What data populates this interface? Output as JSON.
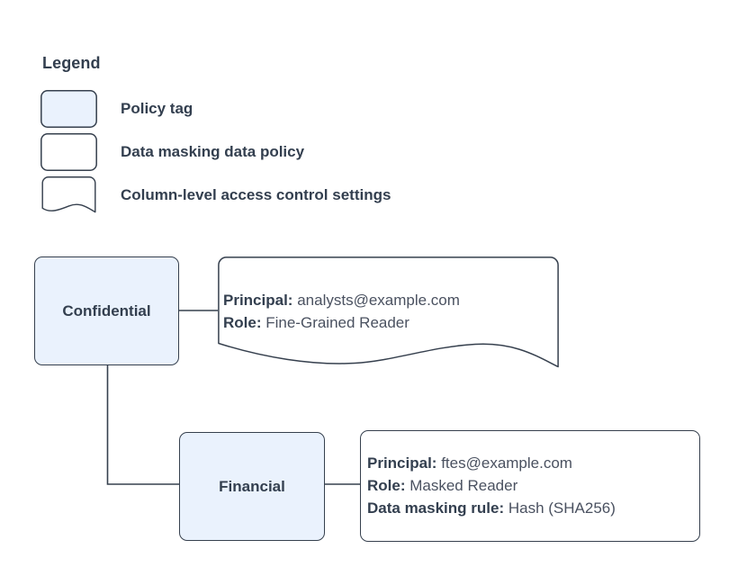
{
  "legend": {
    "title": "Legend",
    "items": [
      {
        "label": "Policy tag",
        "swatch": "rounded-rect-filled",
        "fill": "#eaf2fd"
      },
      {
        "label": "Data masking data policy",
        "swatch": "rounded-rect-outline",
        "fill": "#ffffff"
      },
      {
        "label": "Column-level access control settings",
        "swatch": "document-wavy",
        "fill": "#ffffff"
      }
    ]
  },
  "diagram": {
    "nodes": [
      {
        "id": "confidential",
        "label": "Confidential",
        "type": "policy-tag"
      },
      {
        "id": "financial",
        "label": "Financial",
        "type": "policy-tag"
      }
    ],
    "callouts": [
      {
        "id": "confidential-access",
        "type": "column-level-access-control-settings",
        "lines": [
          {
            "key": "Principal:",
            "value": "analysts@example.com"
          },
          {
            "key": "Role:",
            "value": "Fine-Grained Reader"
          }
        ]
      },
      {
        "id": "financial-masking",
        "type": "data-masking-data-policy",
        "lines": [
          {
            "key": "Principal:",
            "value": "ftes@example.com"
          },
          {
            "key": "Role:",
            "value": "Masked Reader"
          },
          {
            "key": "Data masking rule:",
            "value": "Hash (SHA256)"
          }
        ]
      }
    ],
    "edges": [
      {
        "from": "confidential",
        "to": "confidential-access"
      },
      {
        "from": "confidential",
        "to": "financial"
      },
      {
        "from": "financial",
        "to": "financial-masking"
      }
    ]
  },
  "colors": {
    "node_fill": "#eaf2fd",
    "stroke": "#36404e",
    "text": "#333f4f",
    "value_text": "#4a5160",
    "background": "#ffffff"
  }
}
